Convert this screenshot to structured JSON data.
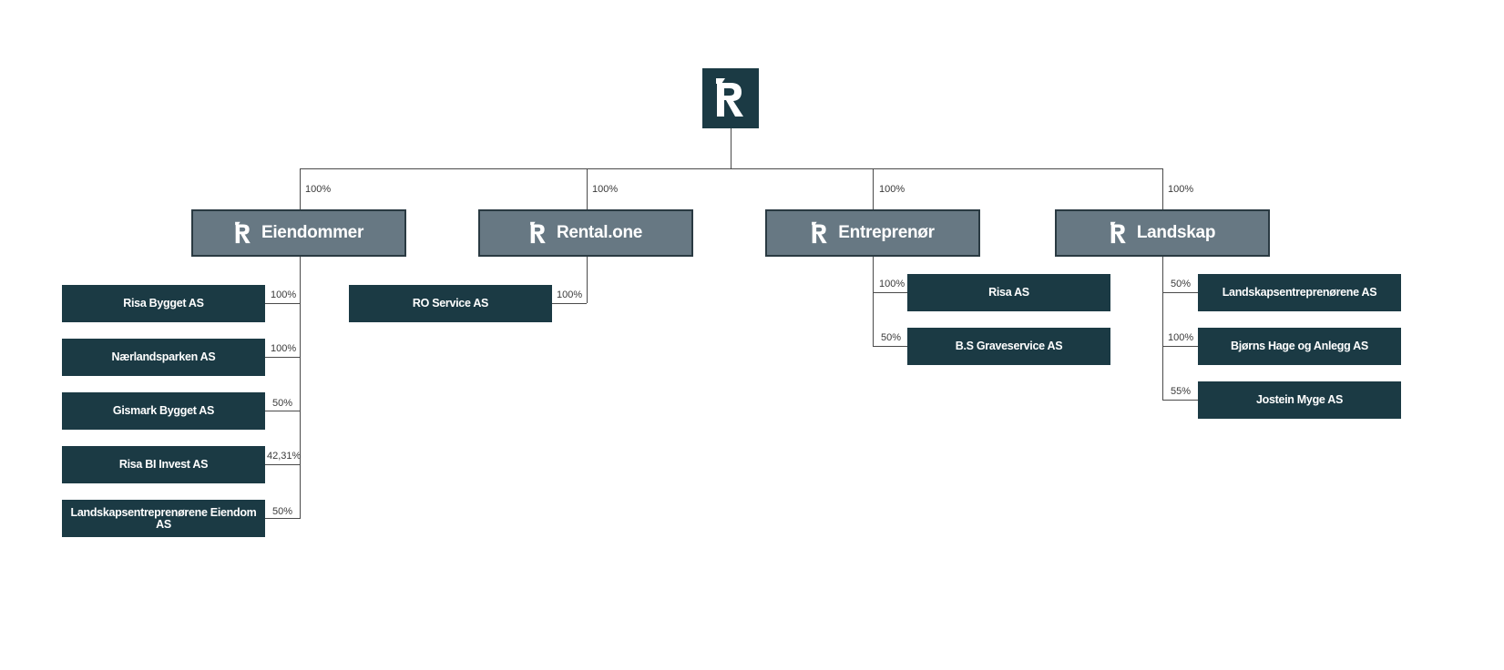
{
  "root": {
    "logo_icon": "risa-r-logo-icon"
  },
  "divisions": [
    {
      "label": "Eiendommer",
      "ownership": "100%",
      "icon": "risa-r-logo-icon"
    },
    {
      "label": "Rental.one",
      "ownership": "100%",
      "icon": "risa-r-logo-icon"
    },
    {
      "label": "Entreprenør",
      "ownership": "100%",
      "icon": "risa-r-logo-icon"
    },
    {
      "label": "Landskap",
      "ownership": "100%",
      "icon": "risa-r-logo-icon"
    }
  ],
  "eiendommer_companies": [
    {
      "name": "Risa Bygget AS",
      "ownership": "100%"
    },
    {
      "name": "Nærlandsparken AS",
      "ownership": "100%"
    },
    {
      "name": "Gismark Bygget AS",
      "ownership": "50%"
    },
    {
      "name": "Risa BI Invest AS",
      "ownership": "42,31%"
    },
    {
      "name": "Landskapsentreprenørene Eiendom AS",
      "ownership": "50%"
    }
  ],
  "rental_companies": [
    {
      "name": "RO Service AS",
      "ownership": "100%"
    }
  ],
  "entreprenor_companies": [
    {
      "name": "Risa AS",
      "ownership": "100%"
    },
    {
      "name": "B.S Graveservice AS",
      "ownership": "50%"
    }
  ],
  "landskap_companies": [
    {
      "name": "Landskapsentreprenørene AS",
      "ownership": "50%"
    },
    {
      "name": "Bjørns Hage og Anlegg AS",
      "ownership": "100%"
    },
    {
      "name": "Jostein Myge AS",
      "ownership": "55%"
    }
  ],
  "colors": {
    "dark_teal": "#1b3a44",
    "division_gray": "#677883",
    "connector": "#4a4a4a"
  }
}
